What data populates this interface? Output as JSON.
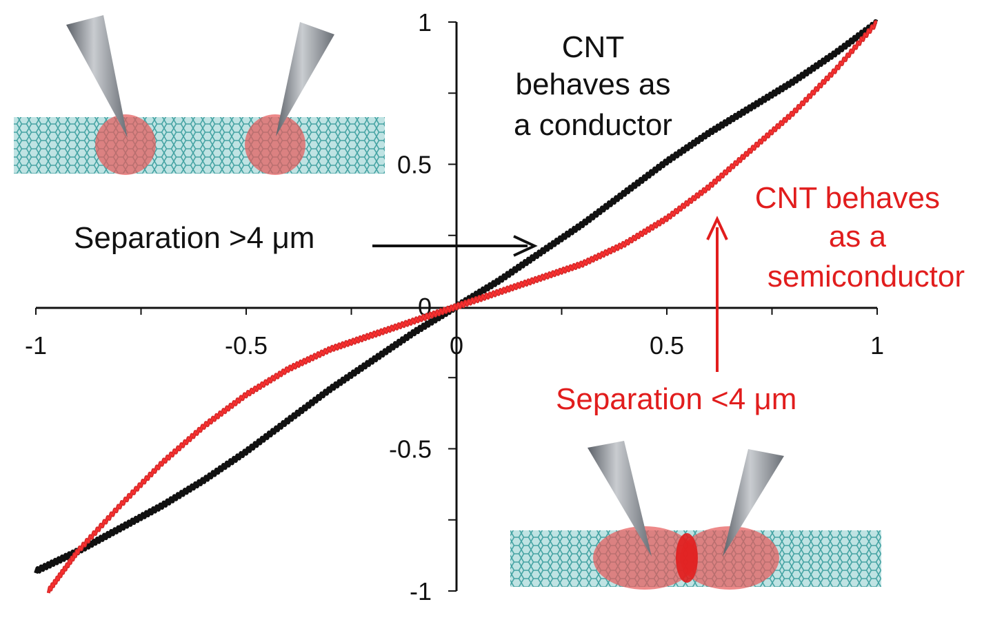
{
  "chart_data": {
    "type": "line",
    "title": "",
    "xlabel": "",
    "ylabel": "",
    "xlim": [
      -1,
      1
    ],
    "ylim": [
      -1,
      1
    ],
    "x_ticks": [
      "-1",
      "-0.5",
      "0",
      "0.5",
      "1"
    ],
    "y_ticks": [
      "1",
      "0.5",
      "0",
      "-0.5",
      "-1"
    ],
    "grid": false,
    "legend": "none",
    "series": [
      {
        "color": "#111111",
        "x": [
          -1.0,
          -0.9,
          -0.8,
          -0.7,
          -0.6,
          -0.5,
          -0.4,
          -0.3,
          -0.2,
          -0.1,
          0.0,
          0.1,
          0.2,
          0.3,
          0.4,
          0.5,
          0.6,
          0.7,
          0.8,
          0.9,
          1.0
        ],
        "y": [
          -0.93,
          -0.86,
          -0.78,
          -0.7,
          -0.61,
          -0.51,
          -0.4,
          -0.29,
          -0.19,
          -0.09,
          0.0,
          0.09,
          0.19,
          0.29,
          0.4,
          0.51,
          0.61,
          0.7,
          0.79,
          0.89,
          1.0
        ]
      },
      {
        "color": "#d42a2a",
        "x": [
          -0.97,
          -0.9,
          -0.8,
          -0.7,
          -0.6,
          -0.5,
          -0.4,
          -0.3,
          -0.2,
          -0.1,
          0.0,
          0.1,
          0.2,
          0.3,
          0.4,
          0.5,
          0.6,
          0.7,
          0.8,
          0.9,
          1.0
        ],
        "y": [
          -1.0,
          -0.86,
          -0.7,
          -0.55,
          -0.42,
          -0.31,
          -0.22,
          -0.15,
          -0.1,
          -0.05,
          0.0,
          0.05,
          0.1,
          0.15,
          0.22,
          0.31,
          0.42,
          0.55,
          0.68,
          0.83,
          1.0
        ]
      }
    ],
    "annotations": {
      "conductor": [
        "CNT",
        "behaves as",
        "a conductor"
      ],
      "semiconductor": [
        "CNT behaves",
        "as a",
        "semiconductor"
      ],
      "sep_gt": "Separation >4 μm",
      "sep_lt": "Separation <4 μm"
    }
  },
  "colors": {
    "black": "#111111",
    "red": "#e11d1d",
    "tube": "#63b8b8",
    "tube_dark": "#3a8c8c",
    "spot": "#e65b5b",
    "tip": "#8a8f96"
  }
}
